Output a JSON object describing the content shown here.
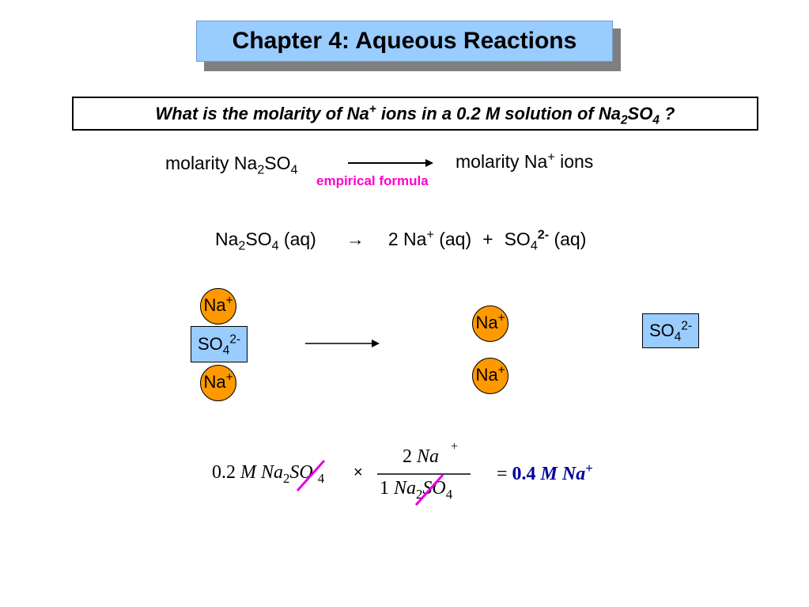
{
  "title": "Chapter 4: Aqueous Reactions",
  "question": {
    "prefix": "What is the molarity of Na",
    "charge_plus": "+",
    "middle": " ions in a 0.2 M solution of Na",
    "sub2": "2",
    "so": "SO",
    "sub4": "4",
    "suffix": " ?"
  },
  "conversion": {
    "left_prefix": "molarity Na",
    "left_sub2": "2",
    "left_so": "SO",
    "left_sub4": "4",
    "right_prefix": "molarity Na",
    "right_plus": "+",
    "right_suffix": " ions",
    "arrow_label": "empirical formula"
  },
  "reaction": {
    "na": "Na",
    "sub2": "2",
    "so": "SO",
    "sub4": "4",
    "aq1": " (aq)",
    "arrow": "→",
    "coef": "2 Na",
    "plus_charge": "+",
    "aq2": " (aq)",
    "plus": "+",
    "so4": "SO",
    "sub4b": "4",
    "charge2m": "2-",
    "aq3": " (aq)"
  },
  "ions": {
    "na_label": "Na",
    "na_charge": "+",
    "so_label": "SO",
    "so_sub": "4",
    "so_charge": "2-"
  },
  "calc": {
    "start_num": "0.2",
    "m": "M",
    "na": "Na",
    "sub2": "2",
    "so": "SO",
    "sub4": "4",
    "times": "×",
    "num_coef": "2",
    "num_na": "Na",
    "num_plus": "+",
    "den_coef": "1",
    "den_na": "Na",
    "den_sub2": "2",
    "den_so": "SO",
    "den_sub4": "4",
    "equals": "=",
    "result_num": "0.4",
    "result_m": "M",
    "result_na": "Na",
    "result_plus": "+"
  },
  "colors": {
    "title_bg": "#99ccff",
    "ion_orange": "#ff9900",
    "sulfate_blue": "#99ccff",
    "label_pink": "#ff00cc",
    "cancel_magenta": "#e600e6",
    "result_blue": "#000099"
  }
}
